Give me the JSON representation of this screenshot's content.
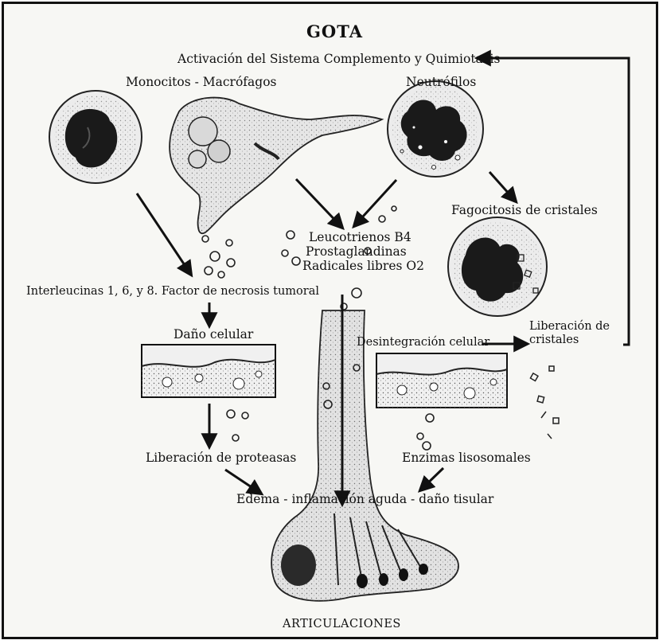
{
  "title": "GOTA",
  "labels": {
    "complement": "Activación del Sistema Complemento y Quimiotaxis",
    "monocytes": "Monocitos - Macrófagos",
    "neutrophils": "Neutrófilos",
    "phagocytosis": "Fagocitosis de cristales",
    "leukotrienes": "Leucotrienos B4",
    "prostaglandins": "Prostaglandinas",
    "radicals": "Radicales libres O2",
    "interleukins": "Interleucinas 1, 6, y 8. Factor de necrosis tumoral",
    "cell_damage": "Daño celular",
    "disintegration": "Desintegración celular",
    "crystal_release": "Liberación de cristales",
    "protease_release": "Liberación de proteasas",
    "lysosomal_enzymes": "Enzimas lisosomales",
    "outcome": "Edema - inflamación aguda - daño tisular",
    "joints": "ARTICULACIONES"
  }
}
